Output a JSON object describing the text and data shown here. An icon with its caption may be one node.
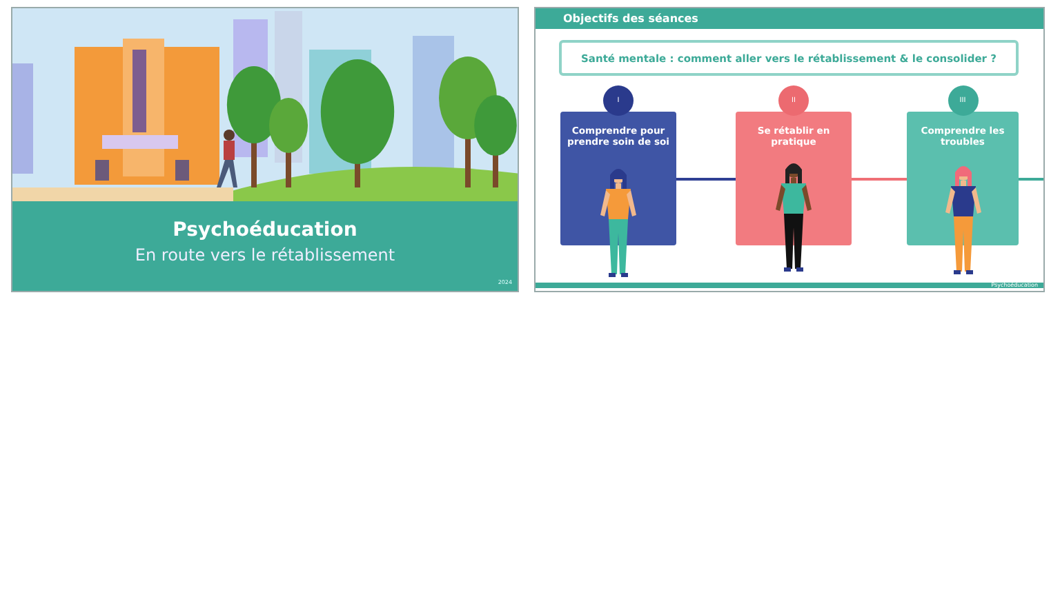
{
  "diagram": {
    "title": "Objectifs des séances",
    "nodes": [
      {
        "text": [
          "Santé mentale : comment aller vers le rétablissement & le consolider ?"
        ]
      },
      {
        "text": [
          "I",
          "Comprendre pour prendre soin de soi"
        ]
      },
      {
        "text": [
          "II",
          "Se rétablir en pratique"
        ]
      },
      {
        "text": [
          "III",
          "Comprendre les troubles"
        ]
      }
    ],
    "edges": [
      {
        "from": 1,
        "to": 2,
        "arrow": "none",
        "color": "#2f3f94"
      },
      {
        "from": 2,
        "to": 3,
        "arrow": "none",
        "color": "#ef6f76"
      },
      {
        "from": 3,
        "to": null,
        "arrow": "none",
        "color": "#3daa98"
      }
    ],
    "labels": [
      "Psychoéducation",
      "En route vers le rétablissement",
      "2024",
      "Psychoéducation"
    ]
  }
}
